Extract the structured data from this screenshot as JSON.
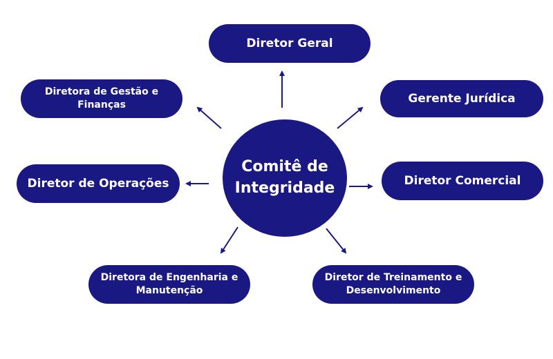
{
  "center": {
    "line1": "Comitê de",
    "line2": "Integridade"
  },
  "nodes": {
    "director_general": "Diretor Geral",
    "legal_manager": "Gerente Jurídica",
    "commercial_director": "Diretor Comercial",
    "training_director": "Diretor de Treinamento e\nDesenvolvimento",
    "engineering_director": "Diretora de Engenharia  e\nManutenção",
    "operations_director": "Diretor de Operações",
    "finance_director": "Diretora de Gestão  e\nFinanças"
  },
  "colors": {
    "node_fill": "#1a1882",
    "text": "#ffffff",
    "arrow": "#1a1882"
  }
}
